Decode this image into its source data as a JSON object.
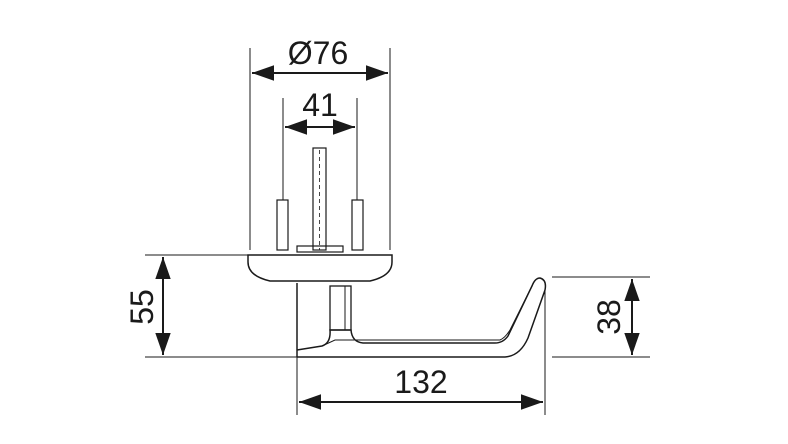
{
  "dimensions": {
    "rose_diameter": "Ø76",
    "screw_spacing": "41",
    "rose_height": "55",
    "lever_height": "38",
    "lever_length": "132"
  }
}
